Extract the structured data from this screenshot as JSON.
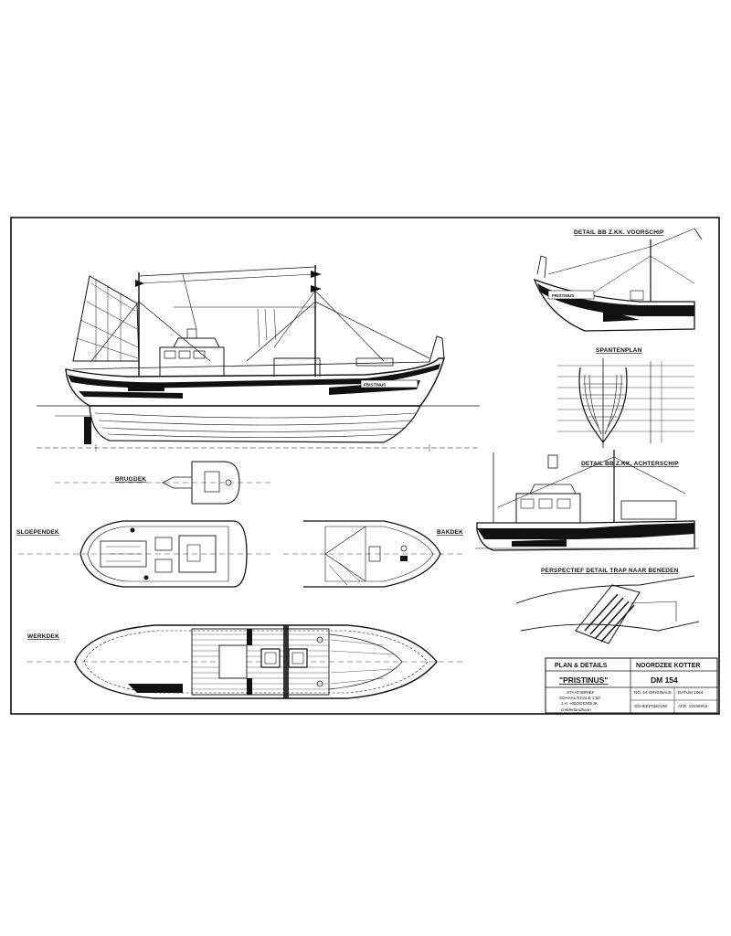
{
  "labels": {
    "detail_bb_voorschip": "DETAIL BB Z.KK. VOORSCHIP",
    "spantenplan": "SPANTENPLAN",
    "detail_bb_achterschip": "DETAIL BB Z.KK. ACHTERSCHIP",
    "perspectief": "PERSPECTIEF DETAIL TRAP NAAR BENEDEN",
    "brugdek": "BRUGDEK",
    "sloependek": "SLOEPENDEK",
    "bakdek": "BAKDEK",
    "werkdek": "WERKDEK",
    "hull_name_main": "FRISTINUS",
    "hull_name_detail": "FRISTINUS"
  },
  "title_block": {
    "line1": "PLAN & DETAILS",
    "line2": "NOORDZEE KOTTER",
    "name": "\"PRISTINUS\"",
    "reg": "DM 154",
    "small_left": [
      "STAATSBRIEF",
      "SCHAAL/SCALE 1:50",
      "J.H. HOOGENDIJK",
      "Gelderlandbaan"
    ],
    "small_right": [
      "NO. 14 ORIGINALE",
      "DATUM 1964",
      "SCHEEPSBOUW",
      "AFD. VISSERIJ"
    ]
  },
  "colors": {
    "ink": "#111111",
    "paper": "#ffffff"
  }
}
